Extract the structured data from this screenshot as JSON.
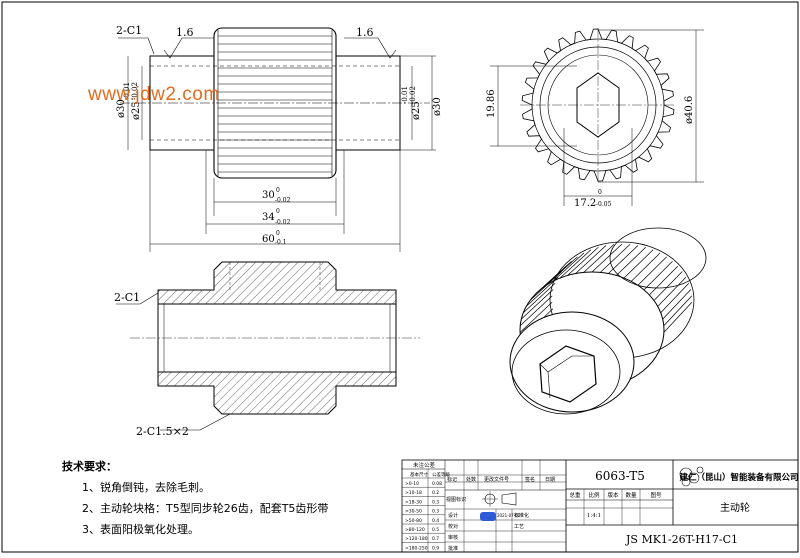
{
  "watermark": "www.jdw2.com",
  "front_view": {
    "chamfer_left": "2-C1",
    "roughness_left": "1.6",
    "roughness_right": "1.6",
    "dia_outer_left": "ø30",
    "dia_bore_left": "ø25",
    "dia_bore_left_tol_upper": "-0.01",
    "dia_bore_left_tol_lower": "-0.02",
    "dia_bore_right": "ø25",
    "dia_bore_right_tol_upper": "-0.01",
    "dia_bore_right_tol_lower": "-0.02",
    "dia_outer_right": "ø30",
    "dim_30": "30",
    "dim_30_tol": "-0.02",
    "dim_30_tol_upper": "0",
    "dim_34": "34",
    "dim_34_tol": "-0.02",
    "dim_34_tol_upper": "0",
    "dim_60": "60",
    "dim_60_tol": "-0.1",
    "dim_60_tol_upper": "0"
  },
  "side_view": {
    "hex_height": "19.86",
    "outer_dia": "ø40.6",
    "width_dim": "17.2",
    "width_tol_upper": "0",
    "width_tol_lower": "-0.05"
  },
  "section_view": {
    "chamfer_top": "2-C1",
    "chamfer_bottom": "2-C1.5×2"
  },
  "tech_notes": {
    "title": "技术要求：",
    "items": [
      "1、锐角倒钝，去除毛刺。",
      "2、主动轮块格：T5型同步轮26齿，配套T5齿形带",
      "3、表面阳极氧化处理。"
    ]
  },
  "title_block": {
    "material": "6063-T5",
    "company": "建仁（昆山）智能装备有限公司",
    "part_name": "主动轮",
    "drawing_no": "JS MK1-26T-H17-C1",
    "scale": "1:4:1",
    "headers": [
      "总重",
      "比例",
      "版本",
      "数量",
      "图号"
    ],
    "tolerance_title": "未注公差",
    "tolerance_header": [
      "基本尺寸",
      "公差等级"
    ],
    "tolerance_rows": [
      [
        ">0-10",
        "0.08"
      ],
      [
        ">10-18",
        "0.2"
      ],
      [
        ">18-30",
        "0.3"
      ],
      [
        ">30-50",
        "0.3"
      ],
      [
        ">50-80",
        "0.4"
      ],
      [
        ">80-120",
        "0.5"
      ],
      [
        ">120-180",
        "0.7"
      ],
      [
        ">180-250",
        "0.9"
      ]
    ],
    "revision_headers": [
      "标记",
      "处数",
      "更改文件号",
      "签名",
      "日期"
    ],
    "signature_labels": [
      "设计",
      "校对",
      "审核",
      "批准"
    ],
    "design_date": "2021-07-02",
    "standardize_label": "标准化",
    "process_label": "工艺",
    "projection_label": "视图标识"
  }
}
